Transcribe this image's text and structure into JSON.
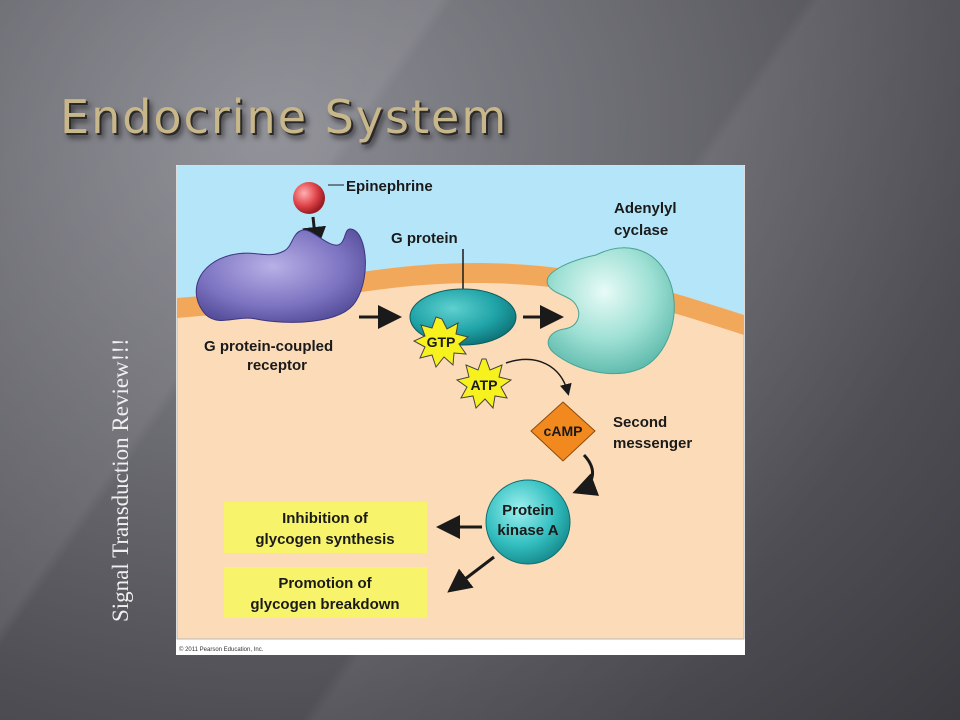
{
  "slide": {
    "title": "Endocrine System",
    "side_label": "Signal Transduction Review!!!"
  },
  "diagram": {
    "labels": {
      "epinephrine": "Epinephrine",
      "g_protein": "G protein",
      "adenylyl": "Adenylyl",
      "cyclase": "cyclase",
      "gpcr_line1": "G protein-coupled",
      "gpcr_line2": "receptor",
      "gtp": "GTP",
      "atp": "ATP",
      "camp": "cAMP",
      "second": "Second",
      "messenger": "messenger",
      "protein": "Protein",
      "kinase_a": "kinase A",
      "box1_line1": "Inhibition of",
      "box1_line2": "glycogen synthesis",
      "box2_line1": "Promotion of",
      "box2_line2": "glycogen breakdown"
    },
    "credit": "© 2011 Pearson Education, Inc."
  }
}
